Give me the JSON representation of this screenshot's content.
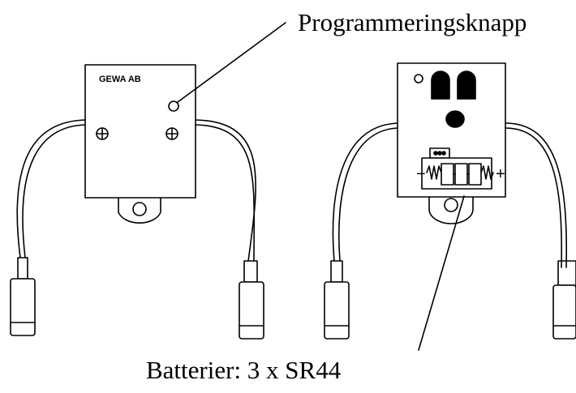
{
  "labels": {
    "programming_button": "Programmeringsknapp",
    "batteries": "Batterier: 3 x SR44",
    "brand": "GEWA AB",
    "minus": "−",
    "plus": "+"
  },
  "colors": {
    "line": "#000000",
    "background": "#ffffff"
  }
}
